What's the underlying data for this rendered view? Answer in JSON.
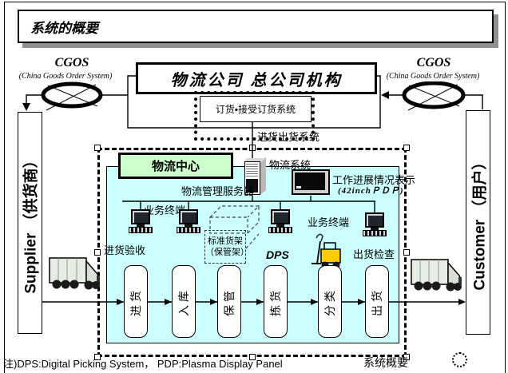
{
  "page": {
    "title": "系统的概要",
    "footer_note": "注)DPS:Digital Picking System， PDP:Plasma Display Panel",
    "footer_label": "系统概要"
  },
  "cgos_left": {
    "title": "CGOS",
    "subtitle": "(China Goods Order System)"
  },
  "cgos_right": {
    "title": "CGOS",
    "subtitle": "(China Goods Order System)"
  },
  "head_office": {
    "label": "物流公司 总公司机构"
  },
  "order_system": {
    "label": "订货▪接受订货系统"
  },
  "labels": {
    "inbound_outbound": "进货出货系统"
  },
  "supplier": {
    "label": "Supplier （供货商）"
  },
  "customer": {
    "label": "Customer （用户）"
  },
  "center": {
    "logistics_center": "物流中心",
    "logistics_system": "物流系统",
    "server_label": "物流管理服务器",
    "terminal_label_left": "业务终端",
    "terminal_label_right": "业务终端",
    "pdp_label": "工作进展情况表示",
    "pdp_size": "(42inchＰＤＰ)",
    "receiving_label": "进货验收",
    "dps_label": "DPS",
    "shipping_check_label": "出货检查",
    "shelf_line1": "标准货架",
    "shelf_line2": "（保管架）"
  },
  "flow": {
    "steps": [
      "进货",
      "入库",
      "保管",
      "拣货",
      "分类",
      "出货"
    ]
  },
  "colors": {
    "cyan_panel": "#CCFFFF",
    "green_box": "#CCFFCC",
    "forklift_yellow": "#FFCC00"
  }
}
